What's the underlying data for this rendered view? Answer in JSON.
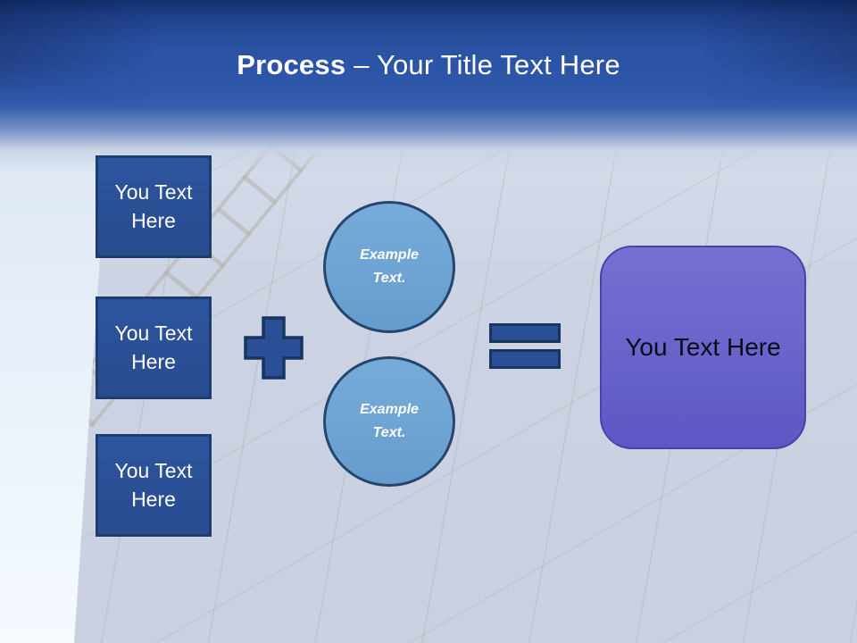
{
  "header": {
    "title_bold": "Process",
    "title_rest": "– Your Title Text Here"
  },
  "inputs_column": {
    "boxes": [
      {
        "label": "You Text Here"
      },
      {
        "label": "You Text Here"
      },
      {
        "label": "You Text Here"
      }
    ]
  },
  "operators": {
    "plus_icon": "plus",
    "equals_icon": "equals"
  },
  "example_circles": [
    {
      "label": "Example Text."
    },
    {
      "label": "Example Text."
    }
  ],
  "result_box": {
    "label": "You Text Here"
  },
  "colors": {
    "header_top": "#13306e",
    "header_mid": "#2e56a9",
    "box_fill": "#2a4f96",
    "box_border": "#1d3d70",
    "circle_fill": "#6ba2d3",
    "circle_border": "#24466f",
    "result_fill": "#6660cb",
    "result_border": "#4b42a8",
    "background": "#cdd4e3",
    "title_text": "#ffffff",
    "result_text": "#0b0b16"
  }
}
